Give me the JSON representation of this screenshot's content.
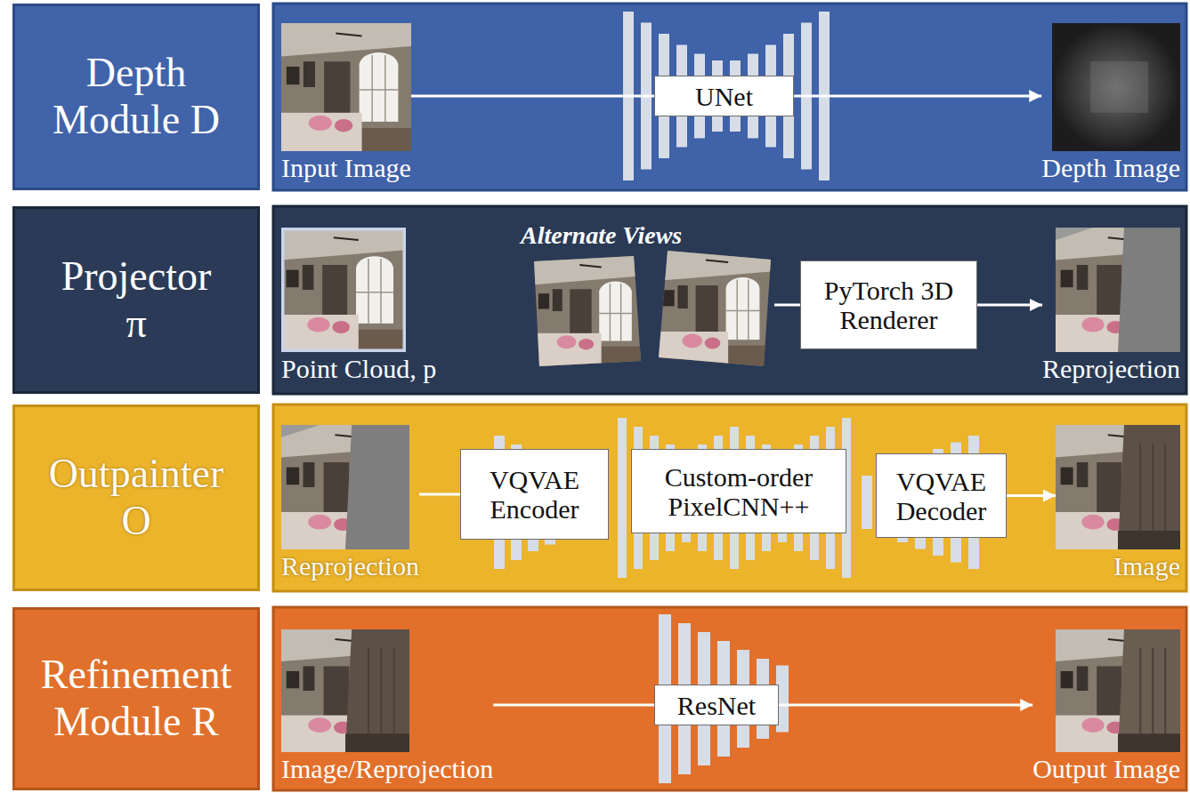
{
  "diagram": {
    "nodes": [
      {
        "text": [
          "Depth Module D"
        ]
      },
      {
        "text": [
          "Input Image"
        ]
      },
      {
        "text": [
          "UNet"
        ]
      },
      {
        "text": [
          "Depth Image"
        ]
      },
      {
        "text": [
          "Projector π"
        ]
      },
      {
        "text": [
          "Point Cloud, p"
        ]
      },
      {
        "text": [
          "PyTorch 3D Renderer"
        ]
      },
      {
        "text": [
          "Reprojection"
        ]
      },
      {
        "text": [
          "Outpainter O"
        ]
      },
      {
        "text": [
          "Reprojection"
        ]
      },
      {
        "text": [
          "VQVAE Encoder"
        ]
      },
      {
        "text": [
          "Custom-order PixelCNN++"
        ]
      },
      {
        "text": [
          "VQVAE Decoder"
        ]
      },
      {
        "text": [
          "Image"
        ]
      },
      {
        "text": [
          "Refinement Module R"
        ]
      },
      {
        "text": [
          "Image/Reprojection"
        ]
      },
      {
        "text": [
          "ResNet"
        ]
      },
      {
        "text": [
          "Output Image"
        ]
      }
    ],
    "edges": [
      {
        "from": 1,
        "to": 2,
        "arrow": "none"
      },
      {
        "from": 2,
        "to": 3,
        "arrow": "to"
      },
      {
        "from": 6,
        "to": 7,
        "arrow": "to"
      },
      {
        "from": 9,
        "to": 10,
        "arrow": "none"
      },
      {
        "from": 12,
        "to": 13,
        "arrow": "to"
      },
      {
        "from": 15,
        "to": 16,
        "arrow": "none"
      },
      {
        "from": 16,
        "to": 17,
        "arrow": "to"
      }
    ],
    "labels": [
      "Alternate Views"
    ]
  }
}
